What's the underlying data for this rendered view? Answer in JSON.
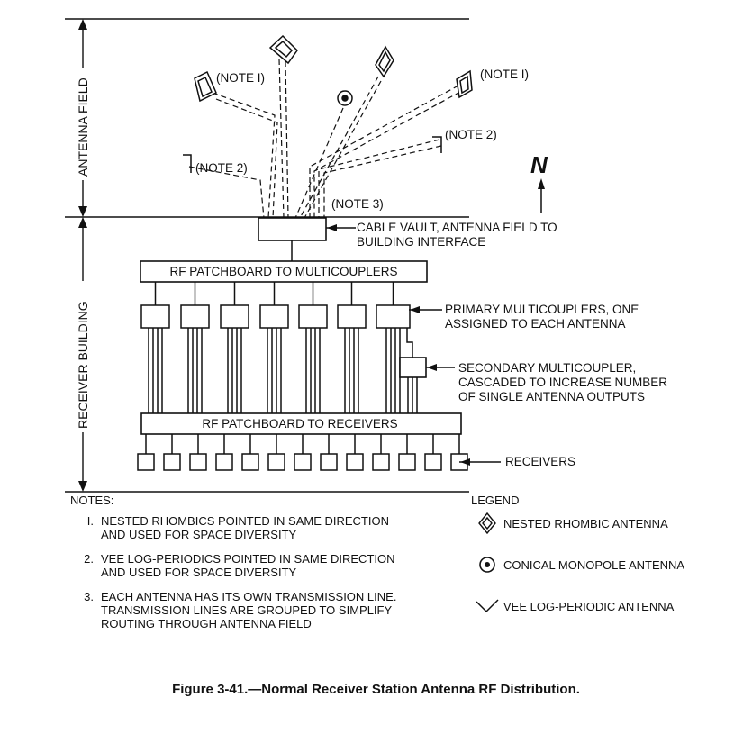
{
  "sections": {
    "antenna_field": "ANTENNA FIELD",
    "receiver_building": "RECEIVER BUILDING"
  },
  "field_notes": {
    "note1_left": "(NOTE I)",
    "note1_right": "(NOTE I)",
    "note2_left": "(NOTE 2)",
    "note2_right": "(NOTE 2)",
    "note3": "(NOTE 3)"
  },
  "north_symbol": "N",
  "boxes": {
    "mc_patchboard": "RF PATCHBOARD TO MULTICOUPLERS",
    "rx_patchboard": "RF PATCHBOARD TO RECEIVERS"
  },
  "callouts": {
    "cable_vault_1": "CABLE VAULT, ANTENNA FIELD TO",
    "cable_vault_2": "BUILDING INTERFACE",
    "primary_1": "PRIMARY MULTICOUPLERS, ONE",
    "primary_2": "ASSIGNED TO EACH  ANTENNA",
    "secondary_1": "SECONDARY MULTICOUPLER,",
    "secondary_2": "CASCADED TO INCREASE NUMBER",
    "secondary_3": "OF SINGLE ANTENNA OUTPUTS",
    "receivers": "RECEIVERS"
  },
  "notes_heading": "NOTES:",
  "notes": [
    {
      "num": "I.",
      "text": "NESTED RHOMBICS POINTED IN  SAME DIRECTION\nAND USED FOR SPACE DIVERSITY"
    },
    {
      "num": "2.",
      "text": "VEE LOG-PERIODICS POINTED IN SAME DIRECTION\nAND USED FOR SPACE DIVERSITY"
    },
    {
      "num": "3.",
      "text": "EACH ANTENNA HAS ITS OWN TRANSMISSION LINE.\nTRANSMISSION LINES ARE GROUPED TO SIMPLIFY\nROUTING THROUGH ANTENNA FIELD"
    }
  ],
  "legend": {
    "heading": "LEGEND",
    "rhombic": "NESTED RHOMBIC ANTENNA",
    "monopole": "CONICAL MONOPOLE ANTENNA",
    "vee": "VEE LOG-PERIODIC ANTENNA"
  },
  "caption": "Figure 3-41.—Normal Receiver Station Antenna RF Distribution."
}
